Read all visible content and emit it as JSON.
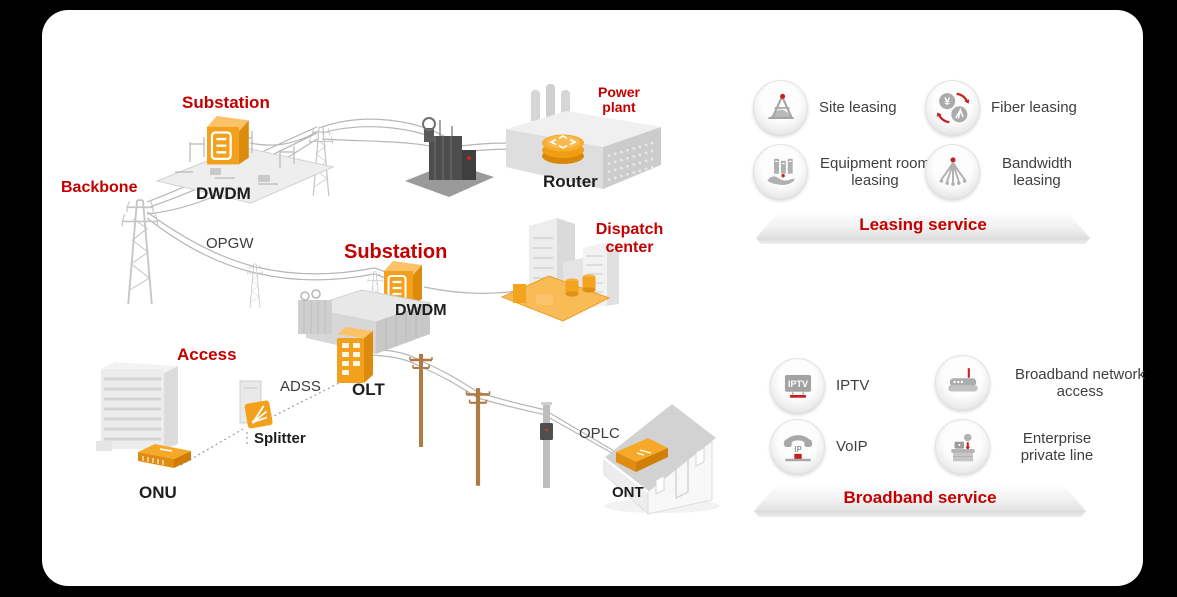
{
  "colors": {
    "background": "#000000",
    "canvas": "#ffffff",
    "accent_red": "#c40000",
    "device_orange": "#f3a01c",
    "line_gray": "#b6b6b6"
  },
  "diagram": {
    "labels": {
      "backbone": "Backbone",
      "substation_top": "Substation",
      "dwdm_top": "DWDM",
      "opgw": "OPGW",
      "power_plant": "Power plant",
      "router": "Router",
      "substation_mid": "Substation",
      "dwdm_mid": "DWDM",
      "dispatch_center": "Dispatch center",
      "access": "Access",
      "adss": "ADSS",
      "olt": "OLT",
      "splitter": "Splitter",
      "onu": "ONU",
      "oplc": "OPLC",
      "ont": "ONT"
    }
  },
  "services": {
    "leasing": {
      "title": "Leasing service",
      "items": [
        {
          "label": "Site leasing"
        },
        {
          "label": "Fiber leasing"
        },
        {
          "label": "Equipment room leasing"
        },
        {
          "label": "Bandwidth leasing"
        }
      ]
    },
    "broadband": {
      "title": "Broadband service",
      "items": [
        {
          "label": "IPTV"
        },
        {
          "label": "Broadband network access"
        },
        {
          "label": "VoIP"
        },
        {
          "label": "Enterprise private line"
        }
      ]
    },
    "icon_glyphs": {
      "iptv": "IPTV",
      "voip": "IP",
      "fiber_currency": "¥"
    }
  }
}
